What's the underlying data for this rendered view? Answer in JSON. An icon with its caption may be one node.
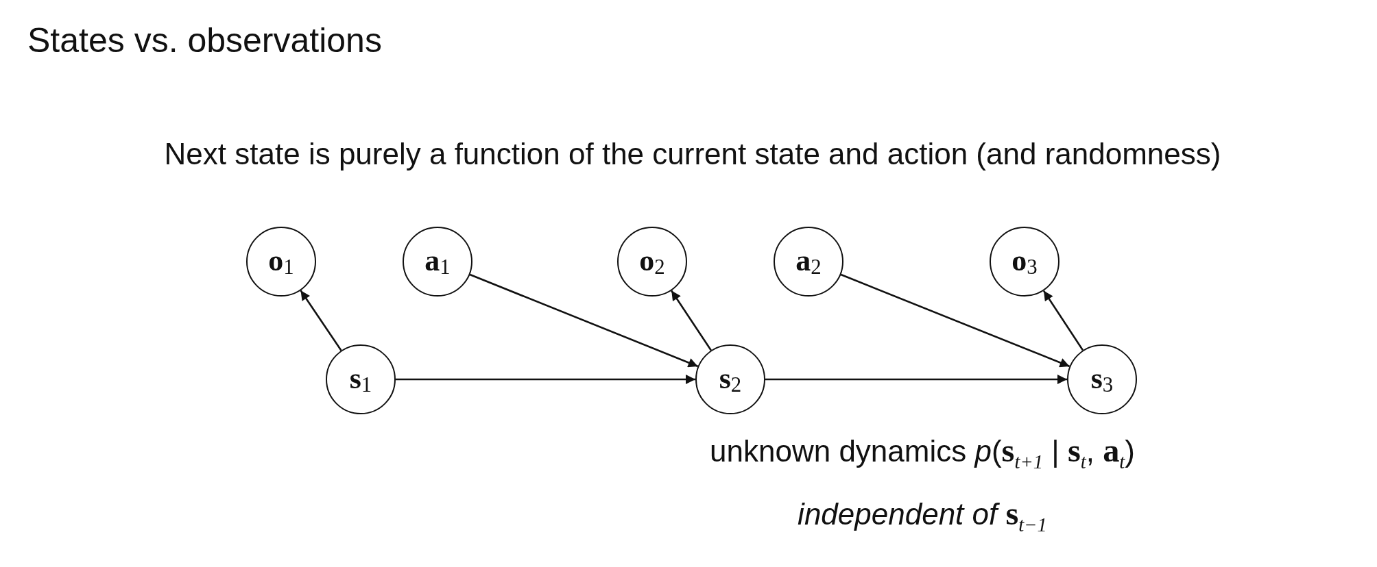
{
  "diagram": {
    "title": "States vs. observations",
    "nodes": [
      {
        "text": [
          "**o**$_{1}$"
        ]
      },
      {
        "text": [
          "**a**$_{1}$"
        ]
      },
      {
        "text": [
          "**o**$_{2}$"
        ]
      },
      {
        "text": [
          "**a**$_{2}$"
        ]
      },
      {
        "text": [
          "**o**$_{3}$"
        ]
      },
      {
        "text": [
          "**s**$_{1}$"
        ]
      },
      {
        "text": [
          "**s**$_{2}$"
        ]
      },
      {
        "text": [
          "**s**$_{3}$"
        ]
      }
    ],
    "edges": [
      {
        "from": 5,
        "to": 0,
        "arrow": "to"
      },
      {
        "from": 1,
        "to": 6,
        "arrow": "to"
      },
      {
        "from": 5,
        "to": 6,
        "arrow": "to"
      },
      {
        "from": 6,
        "to": 2,
        "arrow": "to"
      },
      {
        "from": 3,
        "to": 7,
        "arrow": "to"
      },
      {
        "from": 6,
        "to": 7,
        "arrow": "to"
      },
      {
        "from": 7,
        "to": 4,
        "arrow": "to"
      }
    ],
    "labels": [
      "Next state is purely a function of the current state and action (and randomness)",
      "unknown dynamics *p*(**s**$_{t+1}$ | **s**$_{t}$, **a**$_{t}$)",
      "*independent of* **s**$_{t−1}$"
    ]
  }
}
